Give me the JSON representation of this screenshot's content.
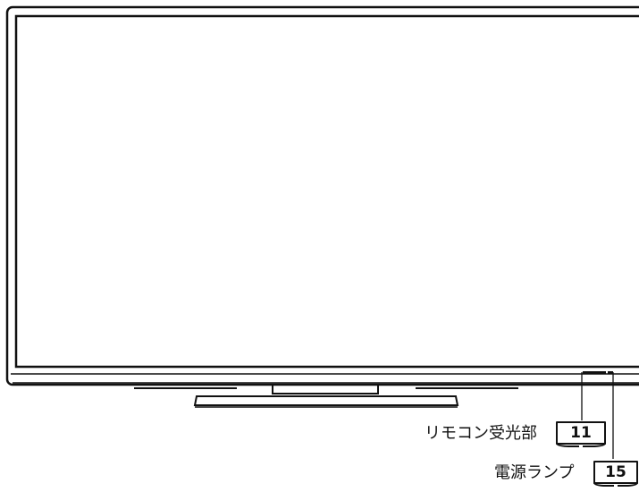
{
  "callouts": [
    {
      "label": "リモコン受光部",
      "page_ref": "11"
    },
    {
      "label": "電源ランプ",
      "page_ref": "15"
    }
  ]
}
